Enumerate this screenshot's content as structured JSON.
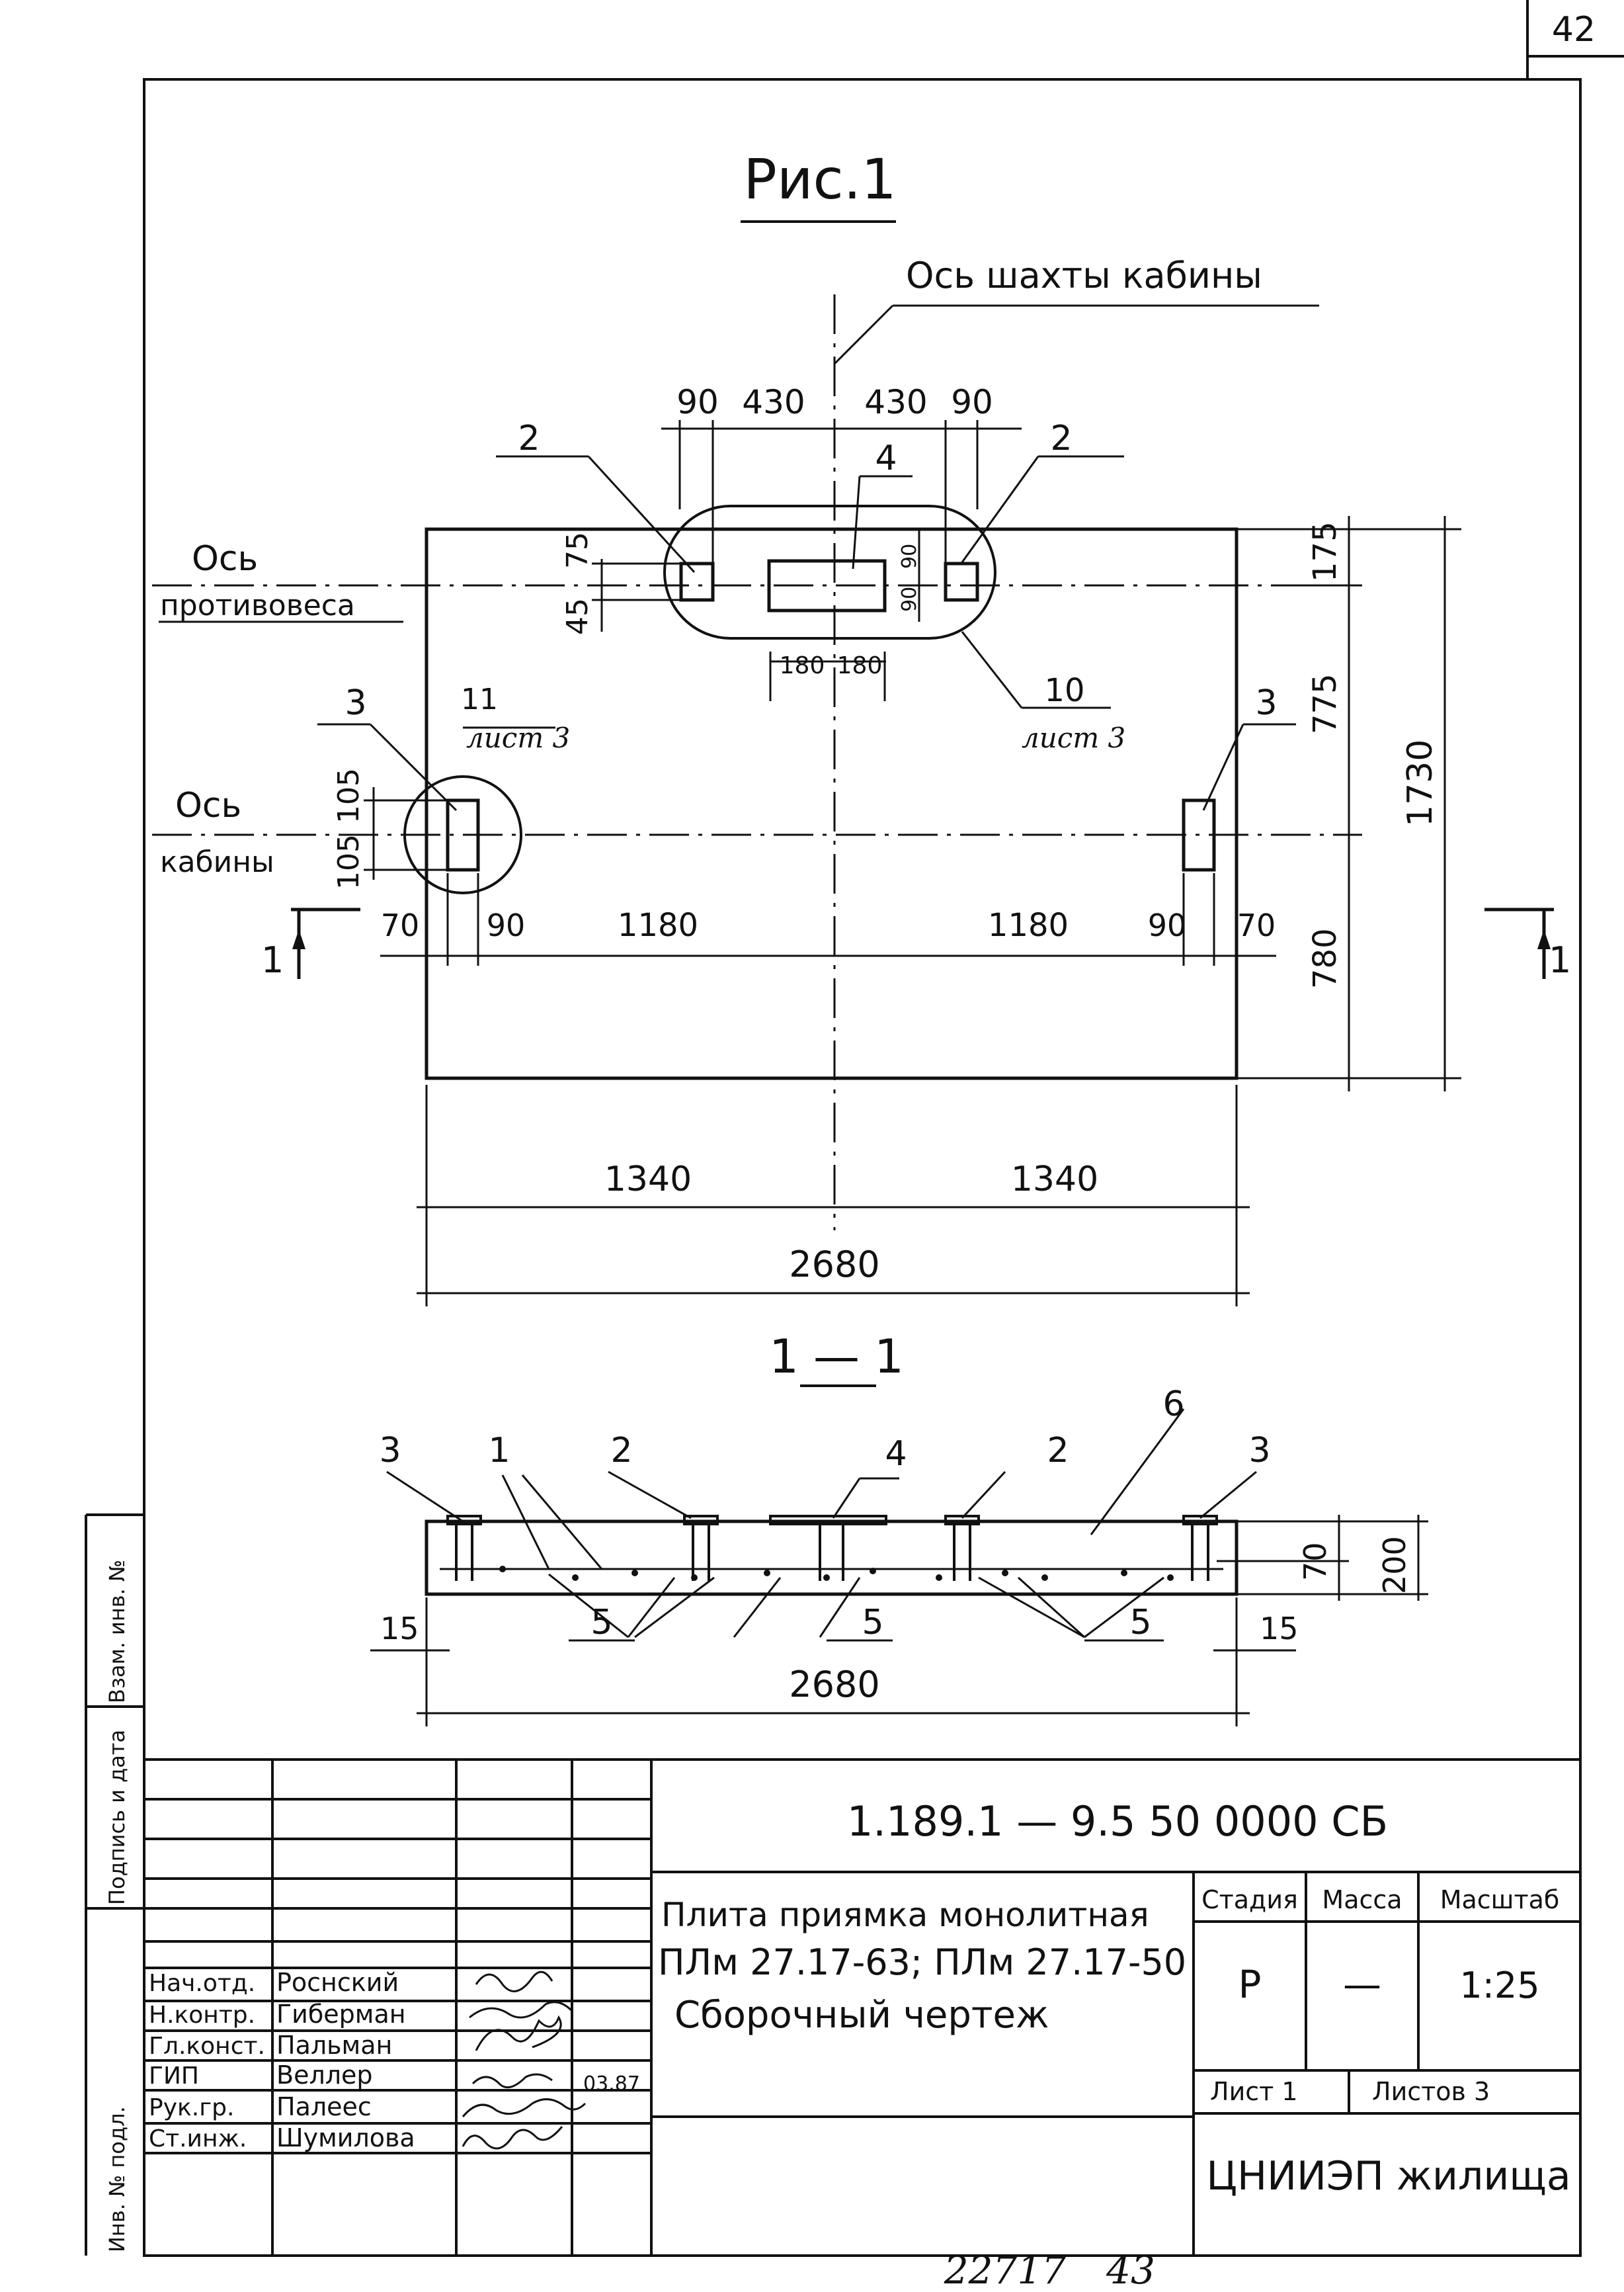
{
  "sheet_number": "42",
  "figure": {
    "title": "Рис.1",
    "shaft_axis_label": "Ось шахты кабины",
    "counterweight_axis": {
      "line1": "Ось",
      "line2": "противовеса"
    },
    "cabin_axis": {
      "line1": "Ось",
      "line2": "кабины"
    }
  },
  "plan_dims": {
    "top": [
      "90",
      "430",
      "430",
      "90"
    ],
    "hole_small": [
      "75",
      "45"
    ],
    "hole_vert": [
      "90",
      "90"
    ],
    "hole_horiz": [
      "180",
      "180"
    ],
    "cabin_hole": [
      "105",
      "105"
    ],
    "bottom_row": [
      "70",
      "90",
      "1180",
      "1180",
      "90",
      "70"
    ],
    "right": [
      "175",
      "775",
      "780",
      "1730"
    ],
    "overall_halves": [
      "1340",
      "1340"
    ],
    "overall": "2680"
  },
  "callouts": {
    "c2_left": "2",
    "c2_right": "2",
    "c4": "4",
    "c3_left": "3",
    "c3_right": "3",
    "detail11": "11",
    "detail11_sheet": "лист 3",
    "detail10": "10",
    "detail10_sheet": "лист 3"
  },
  "section_marks": {
    "left": "1",
    "right": "1"
  },
  "section": {
    "title": "1 — 1",
    "labels": [
      "3",
      "1",
      "2",
      "4",
      "2",
      "6",
      "3"
    ],
    "label5": [
      "5",
      "5",
      "5"
    ],
    "dims": {
      "h70": "70",
      "h200": "200",
      "e15l": "15",
      "e15r": "15",
      "overall": "2680"
    }
  },
  "left_strip": [
    "Инв. № подл.",
    "Подпись и дата",
    "Взам. инв. №"
  ],
  "title_block": {
    "code": "1.189.1 — 9.5   50 0000 СБ",
    "name": [
      "Плита приямка монолитная",
      "ПЛм 27.17-63; ПЛм 27.17-50",
      "Сборочный чертеж"
    ],
    "headers": [
      "Стадия",
      "Масса",
      "Масштаб"
    ],
    "values": [
      "Р",
      "—",
      "1:25"
    ],
    "sheet": "Лист 1",
    "sheets": "Листов 3",
    "org": "ЦНИИЭП жилища",
    "date": "03.87",
    "roles": [
      "Нач.отд.",
      "Н.контр.",
      "Гл.конст.",
      "ГИП",
      "Рук.гр.",
      "Ст.инж."
    ],
    "names": [
      "Роснский",
      "Гиберман",
      "Пальман",
      "Веллер",
      "Палеес",
      "Шумилова"
    ]
  },
  "footer": {
    "number": "22717",
    "page": "43"
  }
}
